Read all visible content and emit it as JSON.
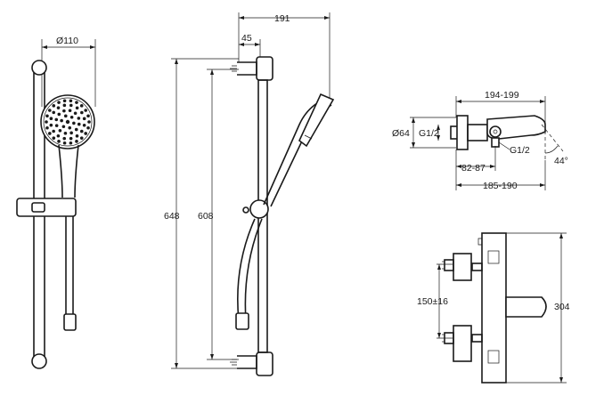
{
  "front_view": {
    "dim_diameter": "Ø110"
  },
  "side_view": {
    "dim_total_width": "191",
    "dim_offset": "45",
    "dim_overall_height": "648",
    "dim_fixing_distance": "608"
  },
  "top_view": {
    "dim_width_range": "194-199",
    "dim_body_diameter": "Ø64",
    "dim_inlet_thread": "G1/2",
    "dim_outlet_thread": "G1/2",
    "dim_angle": "44°",
    "dim_inlet_range": "82-87",
    "dim_depth_range": "185-190"
  },
  "mixer_view": {
    "dim_inlet_spacing": "150±16",
    "dim_height": "304"
  }
}
